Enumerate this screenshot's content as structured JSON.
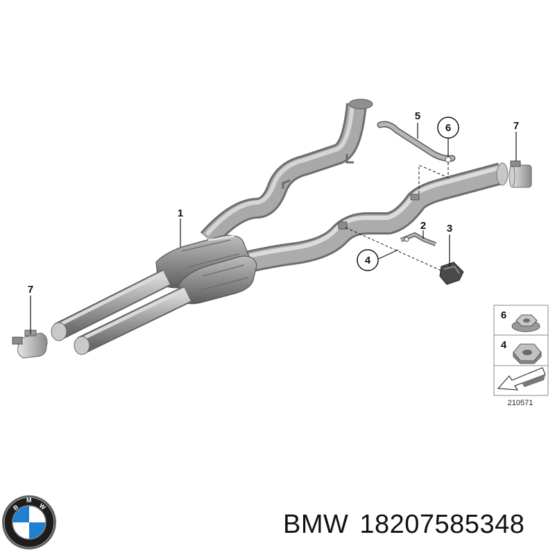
{
  "diagram": {
    "callouts": {
      "c1": "1",
      "c2": "2",
      "c3": "3",
      "c4": "4",
      "c5": "5",
      "c6": "6",
      "c7_right": "7",
      "c7_left": "7"
    },
    "legend": {
      "item_6": "6",
      "item_4": "4"
    },
    "reference_number": "210571"
  },
  "footer": {
    "brand": "BMW",
    "part_number": "18207585348"
  },
  "colors": {
    "pipe": "#9a9a9a",
    "pipe_dark": "#6f6f6f",
    "pipe_light": "#cfcfcf",
    "line": "#111111"
  },
  "icons": [
    "bmw-logo-icon",
    "nut-icon",
    "flange-nut-icon",
    "arrow-icon"
  ]
}
